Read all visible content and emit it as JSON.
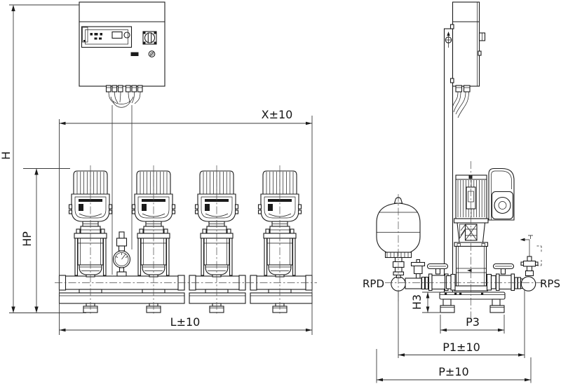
{
  "drawing": {
    "title": "pump-booster-system-dimension-drawing",
    "stroke_color": "#1b1b1b",
    "dim_color": "#3a3a3a",
    "background": "#ffffff",
    "labels": {
      "h": "H",
      "hp": "HP",
      "x": "X±10",
      "l": "L±10",
      "h3": "H3",
      "p3": "P3",
      "p1": "P1±10",
      "p": "P±10",
      "rpd": "RPD",
      "rps": "RPS"
    }
  }
}
